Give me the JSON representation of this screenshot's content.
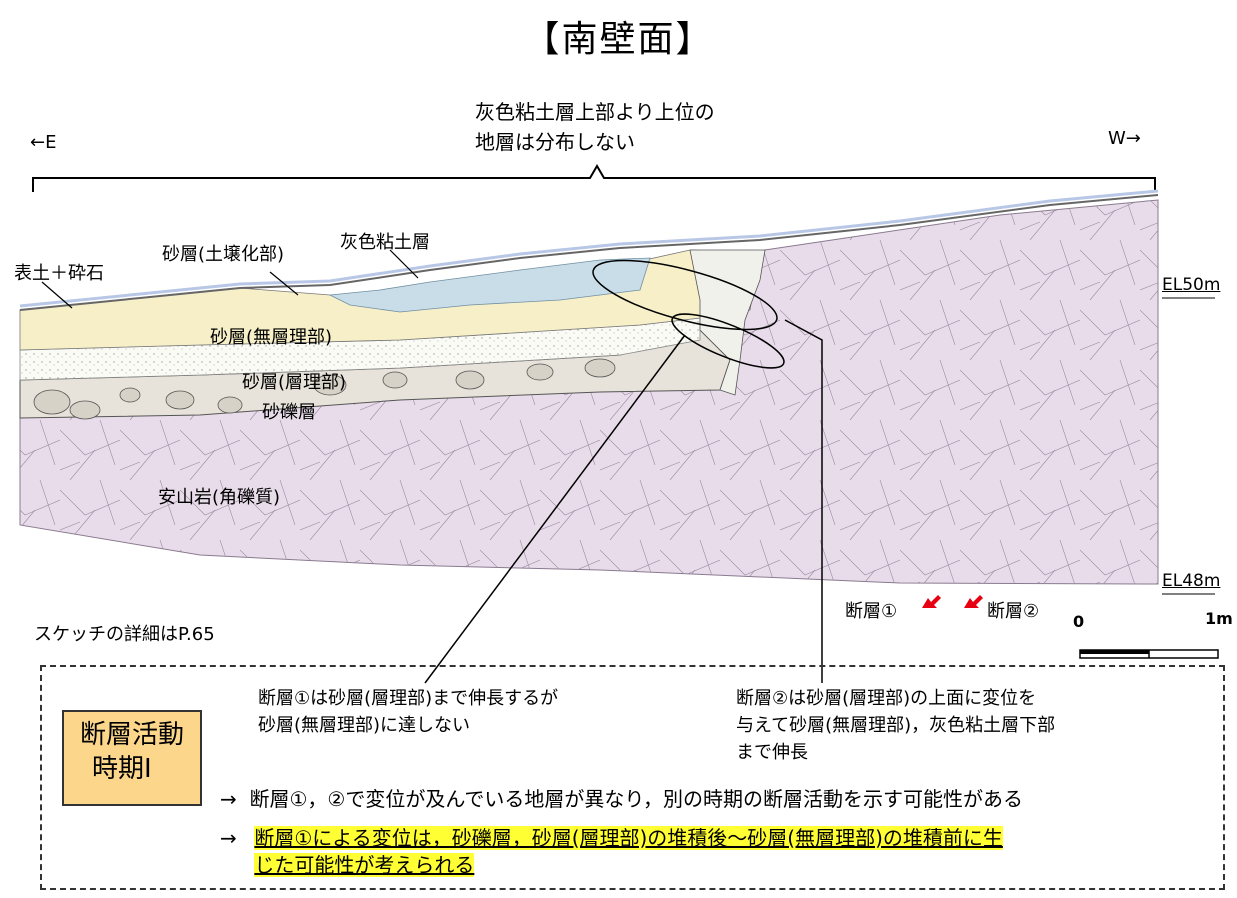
{
  "title": "【南壁面】",
  "direction_left": "←E",
  "direction_right": "W→",
  "top_note": [
    "灰色粘土層上部より上位の",
    "地層は分布しない"
  ],
  "layers": {
    "topsoil": "表土＋砕石",
    "sand_soil": "砂層(土壌化部)",
    "gray_clay": "灰色粘土層",
    "sand_massive": "砂層(無層理部)",
    "sand_bedded": "砂層(層理部)",
    "gravel": "砂礫層",
    "andesite": "安山岩(角礫質)"
  },
  "elevations": {
    "upper": "EL50m",
    "lower": "EL48m"
  },
  "sketch_ref": "スケッチの詳細はP.65",
  "faults": {
    "f1": "断層①",
    "f2": "断層②"
  },
  "scale": {
    "start": "0",
    "end": "1m"
  },
  "notes": {
    "fault1": [
      "断層①は砂層(層理部)まで伸長するが",
      "砂層(無層理部)に達しない"
    ],
    "fault2": [
      "断層②は砂層(層理部)の上面に変位を",
      "与えて砂層(無層理部)，灰色粘土層下部",
      "まで伸長"
    ]
  },
  "activity": [
    "断層活動",
    "時期Ⅰ"
  ],
  "conclusions": {
    "arrow": "→",
    "c1": "断層①，②で変位が及んでいる地層が異なり，別の時期の断層活動を示す可能性がある",
    "c2_line1": "断層①による変位は，砂礫層，砂層(層理部)の堆積後～砂層(無層理部)の堆積前に生",
    "c2_line2": "じた可能性が考えられる"
  },
  "colors": {
    "andesite": "#e8dcea",
    "sand_soil": "#f6efc8",
    "gray_clay": "#c9dde8",
    "badge": "#fbd68b",
    "highlight": "#ffff33",
    "fault_arrow": "#e60012"
  }
}
